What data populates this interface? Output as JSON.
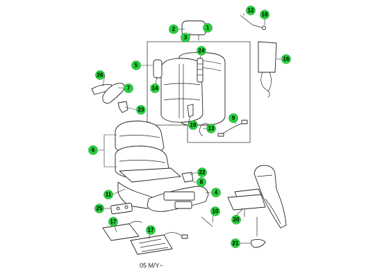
{
  "diagram": {
    "caption": "05 M/Y~",
    "callouts": [
      {
        "id": "c1",
        "label": "1"
      },
      {
        "id": "c2",
        "label": "2"
      },
      {
        "id": "c3",
        "label": "3"
      },
      {
        "id": "c4",
        "label": "4"
      },
      {
        "id": "c5",
        "label": "5"
      },
      {
        "id": "c6",
        "label": "6"
      },
      {
        "id": "c7",
        "label": "7"
      },
      {
        "id": "c8",
        "label": "8"
      },
      {
        "id": "c9",
        "label": "9"
      },
      {
        "id": "c10",
        "label": "10"
      },
      {
        "id": "c11",
        "label": "11"
      },
      {
        "id": "c12",
        "label": "12"
      },
      {
        "id": "c13",
        "label": "13"
      },
      {
        "id": "c14",
        "label": "14"
      },
      {
        "id": "c16",
        "label": "16"
      },
      {
        "id": "c17a",
        "label": "17"
      },
      {
        "id": "c17b",
        "label": "17"
      },
      {
        "id": "c18",
        "label": "18"
      },
      {
        "id": "c19",
        "label": "19"
      },
      {
        "id": "c20",
        "label": "20"
      },
      {
        "id": "c21",
        "label": "21"
      },
      {
        "id": "c22",
        "label": "22"
      },
      {
        "id": "c23",
        "label": "23"
      },
      {
        "id": "c24",
        "label": "24"
      },
      {
        "id": "c25",
        "label": "25"
      },
      {
        "id": "c26",
        "label": "26"
      }
    ],
    "callout_color": "#27d13c"
  }
}
